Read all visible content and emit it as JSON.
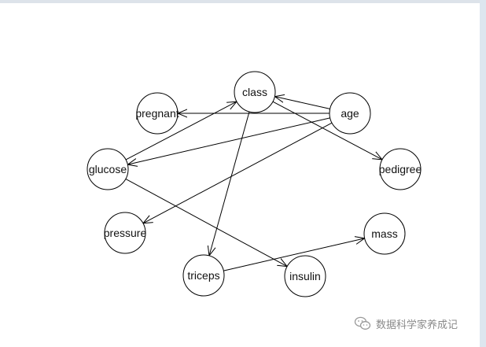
{
  "diagram": {
    "nodes": [
      {
        "id": "class",
        "label": "class"
      },
      {
        "id": "age",
        "label": "age"
      },
      {
        "id": "pregnant",
        "label": "pregnant"
      },
      {
        "id": "glucose",
        "label": "glucose"
      },
      {
        "id": "pedigree",
        "label": "pedigree"
      },
      {
        "id": "pressure",
        "label": "pressure"
      },
      {
        "id": "mass",
        "label": "mass"
      },
      {
        "id": "triceps",
        "label": "triceps"
      },
      {
        "id": "insulin",
        "label": "insulin"
      }
    ],
    "edges": [
      {
        "from": "age",
        "to": "class"
      },
      {
        "from": "age",
        "to": "pregnant"
      },
      {
        "from": "age",
        "to": "glucose"
      },
      {
        "from": "age",
        "to": "pressure"
      },
      {
        "from": "glucose",
        "to": "class"
      },
      {
        "from": "glucose",
        "to": "insulin"
      },
      {
        "from": "class",
        "to": "pedigree"
      },
      {
        "from": "class",
        "to": "triceps"
      },
      {
        "from": "triceps",
        "to": "mass"
      }
    ],
    "colors": {
      "stroke": "#000000",
      "fill": "#ffffff",
      "label": "#111111"
    }
  },
  "watermark": {
    "text": "数据科学家养成记",
    "icon": "wechat-icon"
  }
}
